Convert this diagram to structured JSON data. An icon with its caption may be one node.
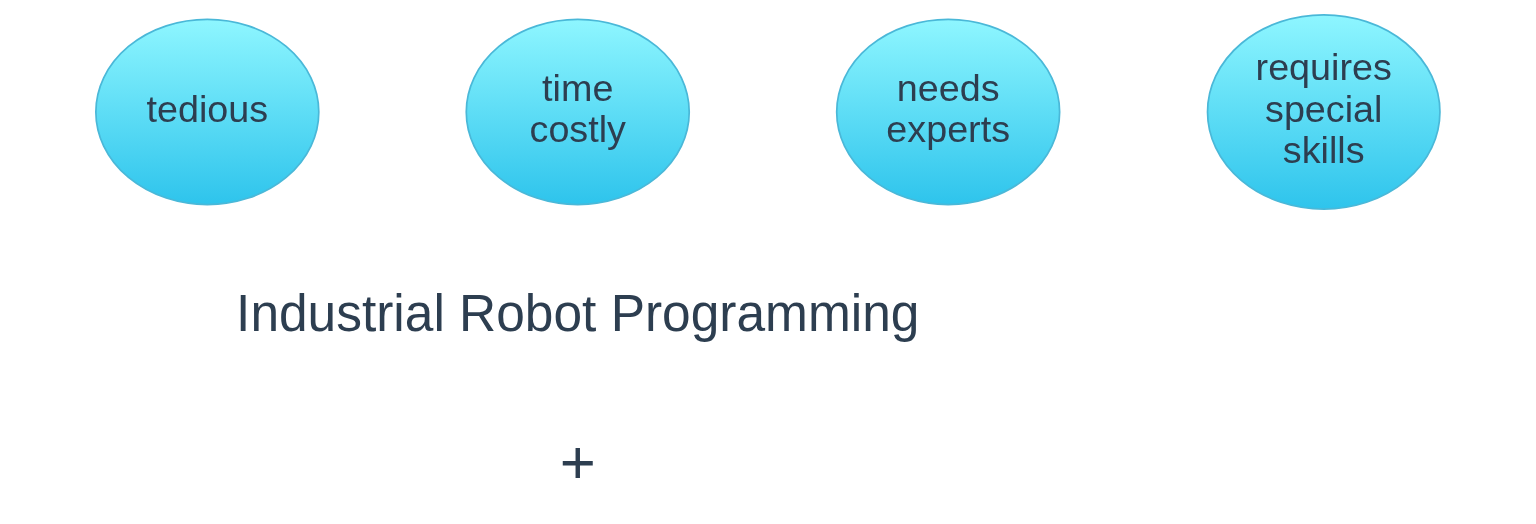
{
  "diagram": {
    "nodes": [
      {
        "text": [
          "tedious"
        ]
      },
      {
        "text": [
          "time costly"
        ]
      },
      {
        "text": [
          "needs experts"
        ]
      },
      {
        "text": [
          "requires special skills"
        ]
      }
    ],
    "labels": [
      "Industrial Robot Programming",
      "+"
    ]
  }
}
